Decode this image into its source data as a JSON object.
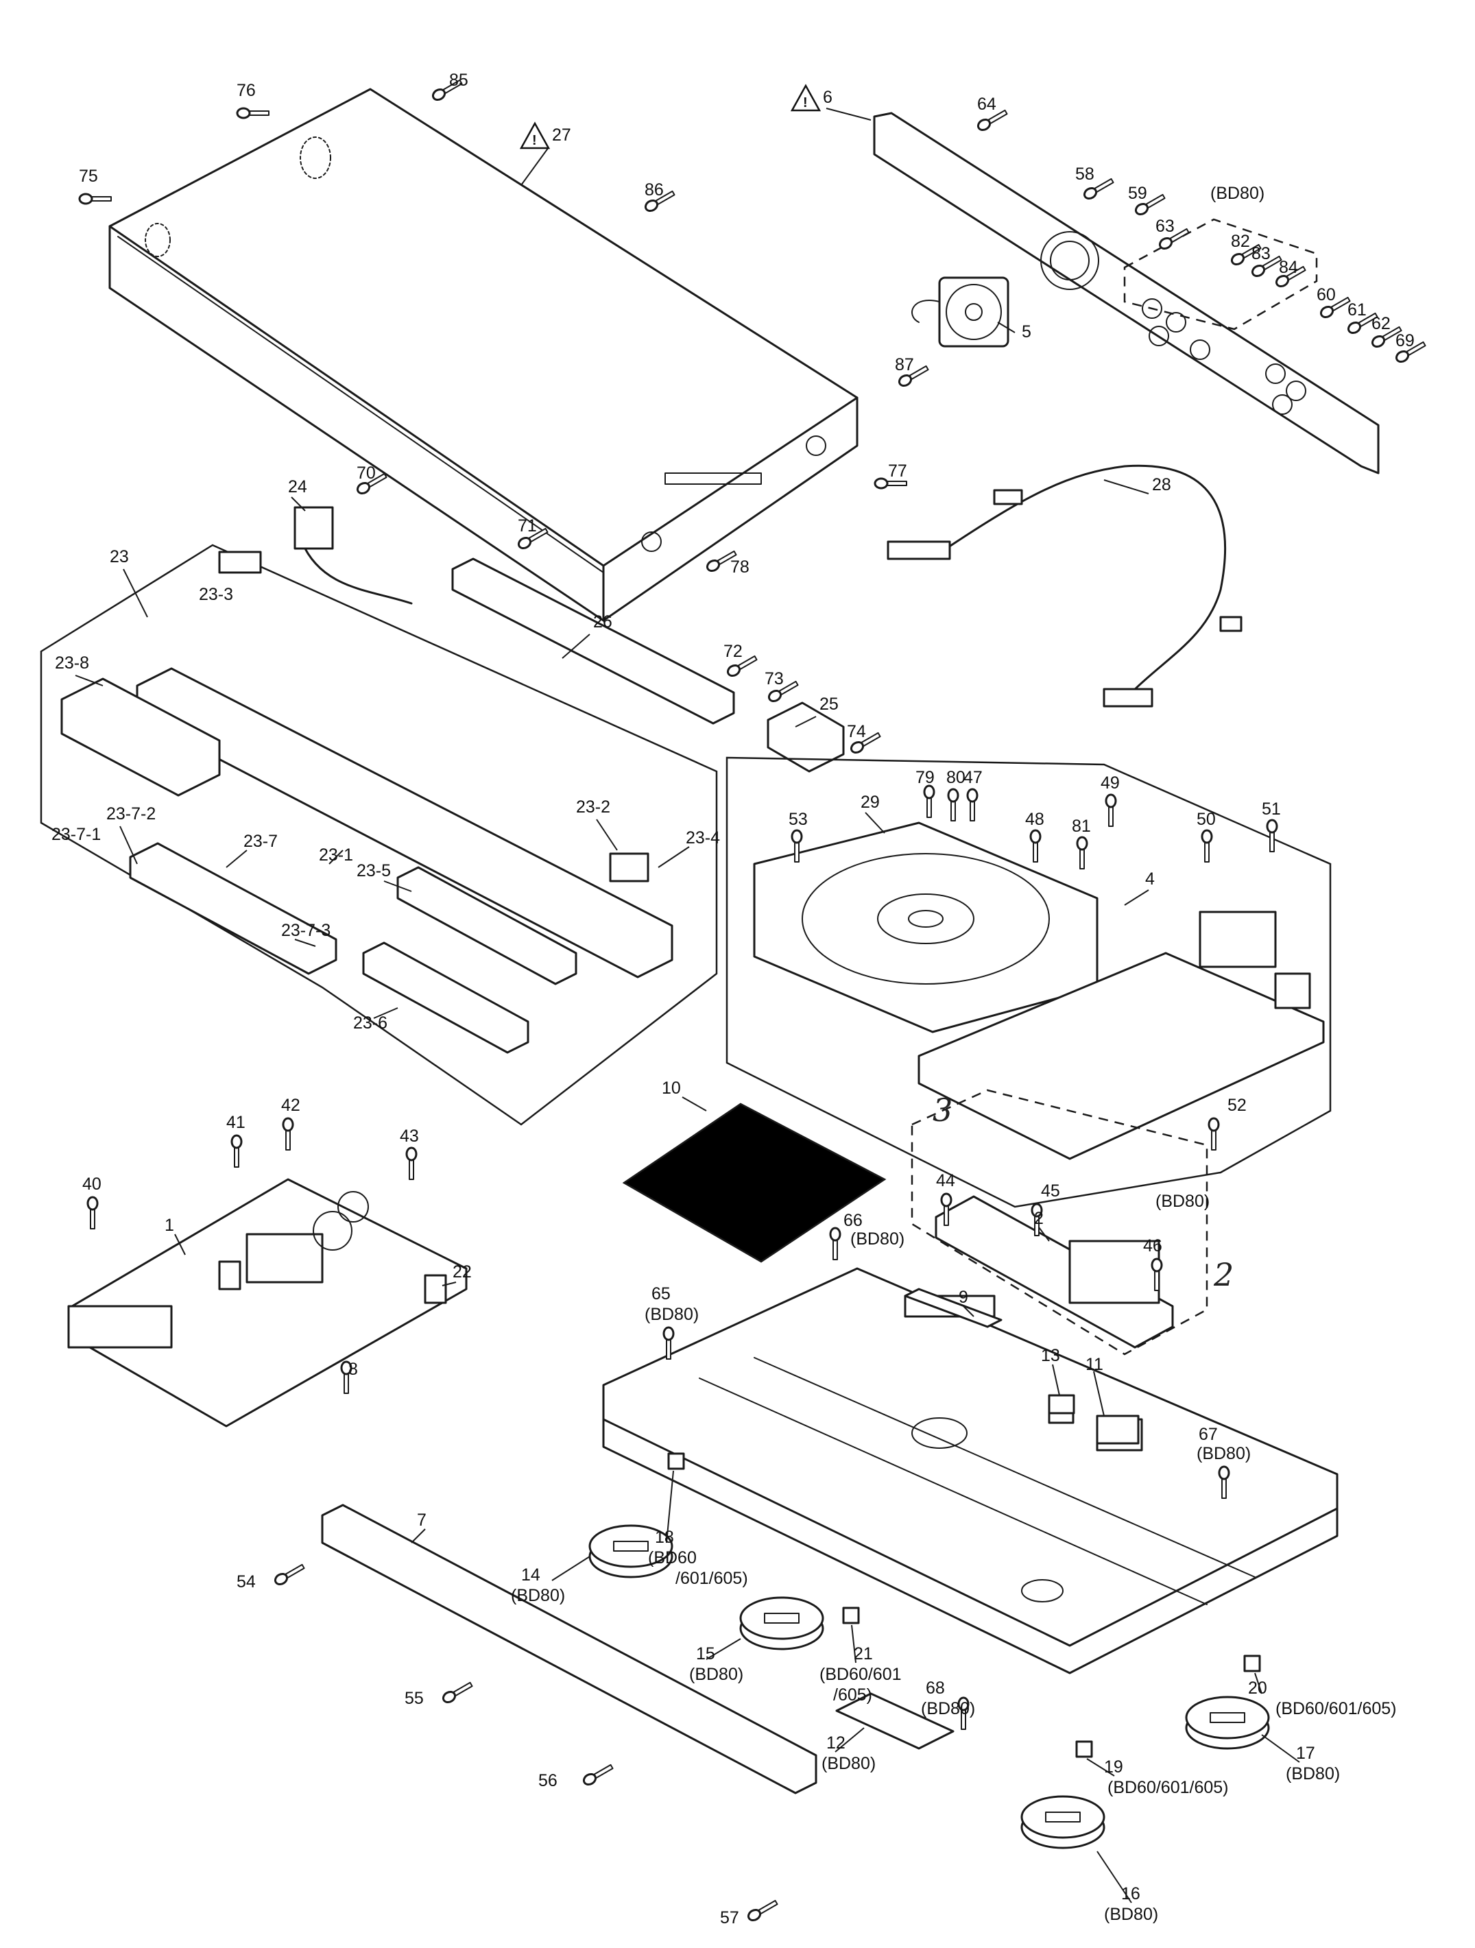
{
  "labels": {
    "p1": "1",
    "p2": "2",
    "p4": "4",
    "p5": "5",
    "p6": "6",
    "p7": "7",
    "p8": "8",
    "p9": "9",
    "p10": "10",
    "p11": "11",
    "p12": "12",
    "p12s": "(BD80)",
    "p13": "13",
    "p14": "14",
    "p14s": "(BD80)",
    "p15": "15",
    "p15s": "(BD80)",
    "p16": "16",
    "p16s": "(BD80)",
    "p17": "17",
    "p17s": "(BD80)",
    "p18": "18",
    "p18s1": "(BD60",
    "p18s2": "/601/605)",
    "p19": "19",
    "p19s": "(BD60/601/605)",
    "p20": "20",
    "p20s": "(BD60/601/605)",
    "p21": "21",
    "p21s1": "(BD60/601",
    "p21s2": "/605)",
    "p22": "22",
    "p23": "23",
    "p23_1": "23-1",
    "p23_2": "23-2",
    "p23_3": "23-3",
    "p23_4": "23-4",
    "p23_5": "23-5",
    "p23_6": "23-6",
    "p23_7": "23-7",
    "p23_7_1": "23-7-1",
    "p23_7_2": "23-7-2",
    "p23_7_3": "23-7-3",
    "p23_8": "23-8",
    "p24": "24",
    "p25": "25",
    "p26": "26",
    "p27": "27",
    "p28": "28",
    "p29": "29",
    "p40": "40",
    "p41": "41",
    "p42": "42",
    "p43": "43",
    "p44": "44",
    "p45": "45",
    "p46": "46",
    "p47": "47",
    "p48": "48",
    "p49": "49",
    "p50": "50",
    "p51": "51",
    "p52": "52",
    "p53": "53",
    "p54": "54",
    "p55": "55",
    "p56": "56",
    "p57": "57",
    "p58": "58",
    "p59": "59",
    "p60": "60",
    "p61": "61",
    "p62": "62",
    "p63": "63",
    "p64": "64",
    "p65": "65",
    "p65s": "(BD80)",
    "p66": "66",
    "p66s": "(BD80)",
    "p67": "67",
    "p67s": "(BD80)",
    "p68": "68",
    "p68s": "(BD80)",
    "p69": "69",
    "p70": "70",
    "p71": "71",
    "p72": "72",
    "p73": "73",
    "p74": "74",
    "p75": "75",
    "p76": "76",
    "p77": "77",
    "p78": "78",
    "p79": "79",
    "p80": "80",
    "p81": "81",
    "p82": "82",
    "p83": "83",
    "p84": "84",
    "p85": "85",
    "p86": "86",
    "p87": "87",
    "bd80_rear": "(BD80)",
    "bd80_board": "(BD80)",
    "hand3": "3",
    "hand2": "2",
    "warn_symbol": "!"
  }
}
